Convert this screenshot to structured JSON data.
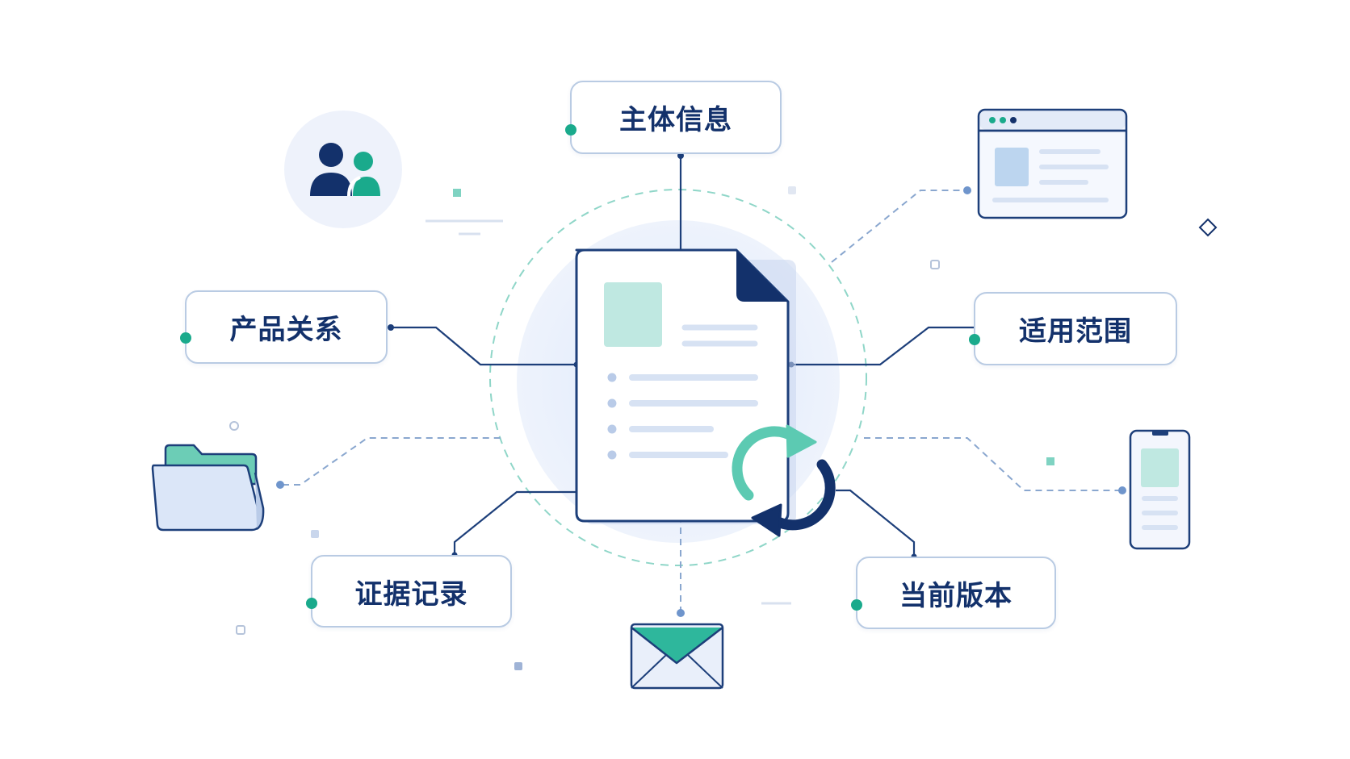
{
  "nodes": {
    "subject_info": "主体信息",
    "product_relations": "产品关系",
    "scope": "适用范围",
    "evidence_records": "证据记录",
    "current_version": "当前版本"
  },
  "colors": {
    "navy": "#13316b",
    "line": "#1d3f7a",
    "teal": "#1aaa8c",
    "light_teal": "#bfe8e1",
    "light_blue": "#e6eefb",
    "border": "#b9cbe3",
    "dashed_gray": "#8aa7cf"
  },
  "icons": {
    "center": "document-icon",
    "sync": "sync-icon",
    "users": "users-icon",
    "browser": "browser-window-icon",
    "folder": "folder-icon",
    "mobile": "mobile-phone-icon",
    "mail": "mail-icon"
  }
}
